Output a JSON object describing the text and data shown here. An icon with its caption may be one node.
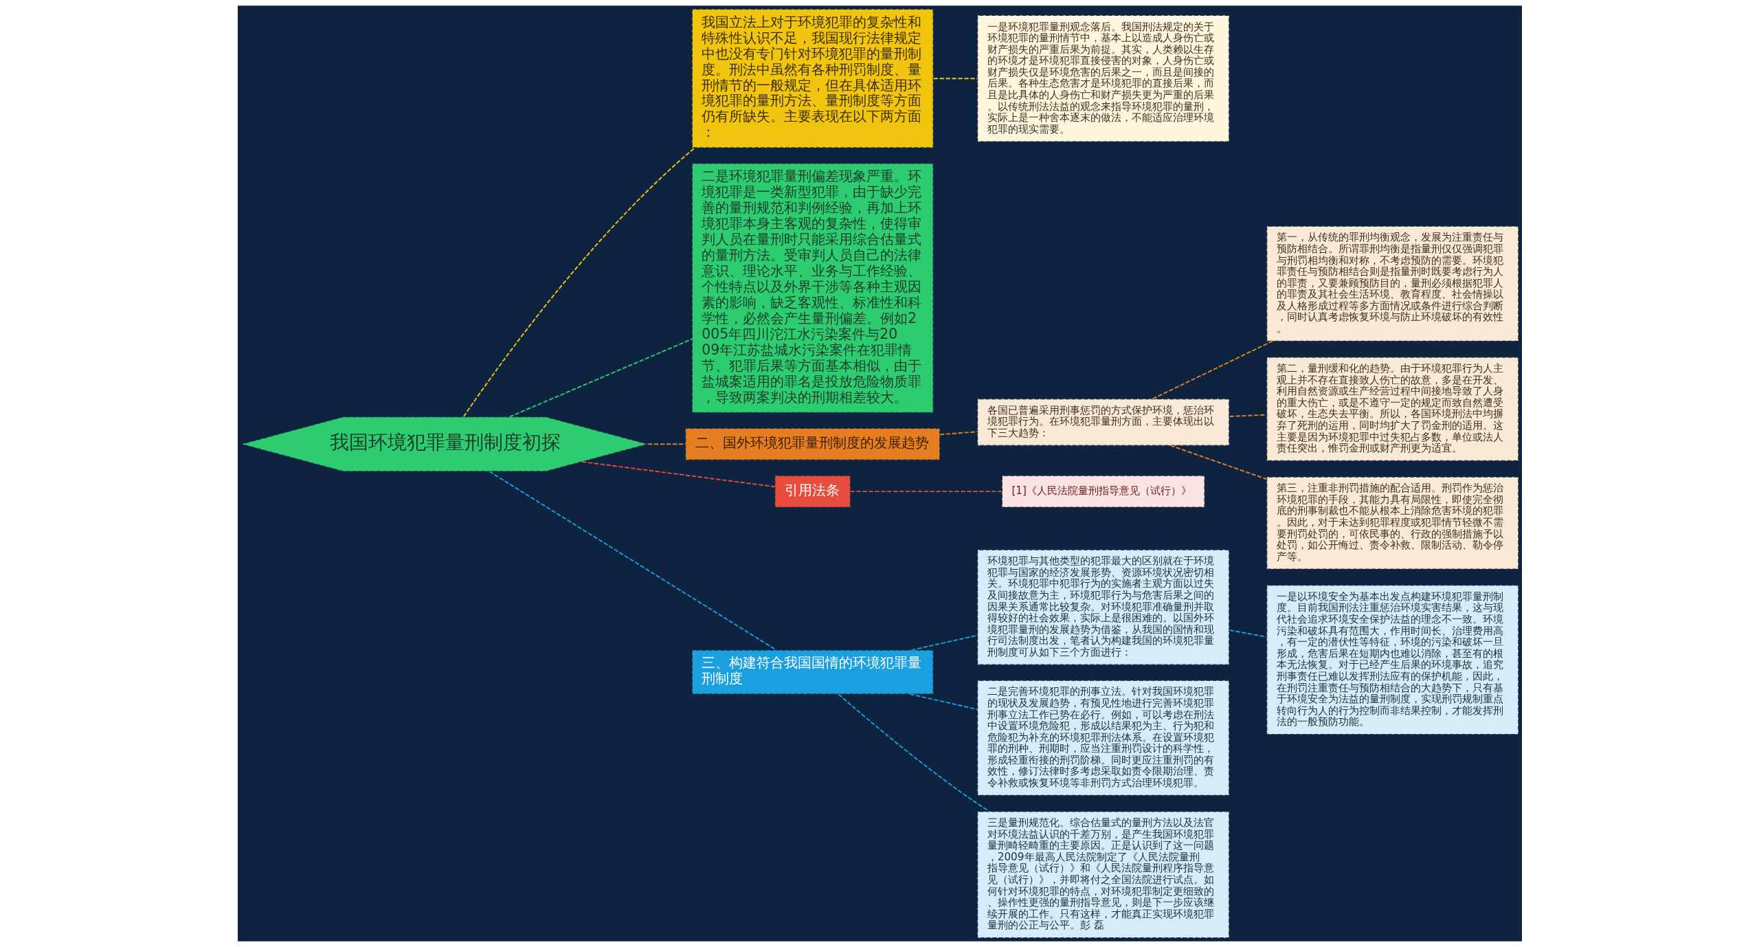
{
  "diagram": {
    "nodes": [
      {
        "text": [
          "我国环境犯罪量刑制度初探"
        ]
      },
      {
        "text": [
          "我国立法上对于环境犯罪的复杂性和特殊性认识不足，我国现行法律规定中也没有专门针对环境犯罪的量刑制度。刑法中虽然有各种刑罚制度、量刑情节的一般规定，但在具体适用环境犯罪的量刑方法、量刑制度等方面仍有所缺失。主要表现在以下两方面："
        ]
      },
      {
        "text": [
          "一是环境犯罪量刑观念落后。我国刑法规定的关于环境犯罪的量刑情节中，基本上以造成人身伤亡或财产损失的严重后果为前提。其实，人类赖以生存的环境才是环境犯罪直接侵害的对象，人身伤亡或财产损失仅是环境危害的后果之一，而且是间接的后果。各种生态危害才是环境犯罪的直接后果，而且是比具体的人身伤亡和财产损失更为严重的后果。以传统刑法法益的观念来指导环境犯罪的量刑，实际上是一种舍本逐末的做法，不能适应治理环境犯罪的现实需要。"
        ]
      },
      {
        "text": [
          "二是环境犯罪量刑偏差现象严重。环境犯罪是一类新型犯罪，由于缺少完善的量刑规范和判例经验，再加上环境犯罪本身主客观的复杂性，使得审判人员在量刑时只能采用综合估量式的量刑方法。受审判人员自己的法律意识、理论水平、业务与工作经验、个性特点以及外界干涉等各种主观因素的影响，缺乏客观性、标准性和科学性，必然会产生量刑偏差。例如2005年四川沱江水污染案件与2009年江苏盐城水污染案件在犯罪情节、犯罪后果等方面基本相似，由于盐城案适用的罪名是投放危险物质罪，导致两案判决的刑期相差较大。"
        ]
      },
      {
        "text": [
          "二、国外环境犯罪量刑制度的发展趋势"
        ]
      },
      {
        "text": [
          "各国已普遍采用刑事惩罚的方式保护环境，惩治环境犯罪行为。在环境犯罪量刑方面，主要体现出以下三大趋势："
        ]
      },
      {
        "text": [
          "第一，从传统的罪刑均衡观念，发展为注重责任与预防相结合。所谓罪刑均衡是指量刑仅仅强调犯罪与刑罚相均衡和对称，不考虑预防的需要。环境犯罪责任与预防相结合则是指量刑时既要考虑行为人的罪责，又要兼顾预防目的，量刑必须根据犯罪人的罪责及其社会生活环境、教育程度、社会情操以及人格形成过程等多方面情况或条件进行综合判断，同时认真考虑恢复环境与防止环境破坏的有效性。"
        ]
      },
      {
        "text": [
          "第二，量刑缓和化的趋势。由于环境犯罪行为人主观上并不存在直接致人伤亡的故意，多是在开发、利用自然资源或生产经营过程中间接地导致了人身的重大伤亡，或是不遵守一定的规定而致自然遭受破坏，生态失去平衡。所以，各国环境刑法中均摒弃了死刑的运用，同时均扩大了罚金刑的适用。这主要是因为环境犯罪中过失犯占多数，单位或法人责任突出，惟罚金刑或财产刑更为适宜。"
        ]
      },
      {
        "text": [
          "第三，注重非刑罚措施的配合适用。刑罚作为惩治环境犯罪的手段，其能力具有局限性，即使完全彻底的刑事制裁也不能从根本上消除危害环境的犯罪。因此，对于未达到犯罪程度或犯罪情节轻微不需要刑罚处罚的，可依民事的、行政的强制措施予以处罚，如公开悔过、责令补救、限制活动、勒令停产等。"
        ]
      },
      {
        "text": [
          "引用法条"
        ]
      },
      {
        "text": [
          "[1]《人民法院量刑指导意见（试行）》"
        ]
      },
      {
        "text": [
          "三、构建符合我国国情的环境犯罪量刑制度"
        ]
      },
      {
        "text": [
          "环境犯罪与其他类型的犯罪最大的区别就在于环境犯罪与国家的经济发展形势、资源环境状况密切相关。环境犯罪中犯罪行为的实施者主观方面以过失及间接故意为主，环境犯罪行为与危害后果之间的因果关系通常比较复杂。对环境犯罪准确量刑并取得较好的社会效果，实际上是很困难的。以国外环境犯罪量刑的发展趋势为借鉴，从我国的国情和现行司法制度出发，笔者认为构建我国的环境犯罪量刑制度可从如下三个方面进行："
        ]
      },
      {
        "text": [
          "一是以环境安全为基本出发点构建环境犯罪量刑制度。目前我国刑法注重惩治环境实害结果，这与现代社会追求环境安全保护法益的理念不一致。环境污染和破坏具有范围大，作用时间长、治理费用高，有一定的潜伏性等特征，环境的污染和破坏一旦形成，危害后果在短期内也难以消除，甚至有的根本无法恢复。对于已经产生后果的环境事故，追究刑事责任已难以发挥刑法应有的保护机能，因此，在刑罚注重责任与预防相结合的大趋势下，只有基于环境安全为法益的量刑制度，实现刑罚规制重点转向行为人的行为控制而非结果控制，才能发挥刑法的一般预防功能。"
        ]
      },
      {
        "text": [
          "二是完善环境犯罪的刑事立法。针对我国环境犯罪的现状及发展趋势，有预见性地进行完善环境犯罪刑事立法工作已势在必行。例如，可以考虑在刑法中设置环境危险犯，形成以结果犯为主、行为犯和危险犯为补充的环境犯罪刑法体系。在设置环境犯罪的刑种、刑期时，应当注重刑罚设计的科学性，形成轻重衔接的刑罚阶梯。同时更应注重刑罚的有效性，修订法律时多考虑采取如责令限期治理、责令补救或恢复环境等非刑罚方式治理环境犯罪。"
        ]
      },
      {
        "text": [
          "三是量刑规范化。综合估量式的量刑方法以及法官对环境法益认识的千差万别，是产生我国环境犯罪量刑畸轻畸重的主要原因。正是认识到了这一问题，2009年最高人民法院制定了《人民法院量刑指导意见（试行）》和《人民法院量刑程序指导意见（试行）》，并即将付之全国法院进行试点。如何针对环境犯罪的特点，对环境犯罪制定更细致的、操作性更强的量刑指导意见，则是下一步应该继续开展的工作。只有这样，才能真正实现环境犯罪量刑的公正与公平。彭 磊"
        ]
      }
    ],
    "edges": [
      {
        "from": 0,
        "to": 1,
        "arrow": "none",
        "style": "dashed",
        "color": "#f1c40f"
      },
      {
        "from": 1,
        "to": 2,
        "arrow": "none",
        "style": "dashed",
        "color": "#f1c40f"
      },
      {
        "from": 0,
        "to": 3,
        "arrow": "none",
        "style": "dashed",
        "color": "#2ecc71"
      },
      {
        "from": 0,
        "to": 4,
        "arrow": "none",
        "style": "dashed",
        "color": "#e67e22"
      },
      {
        "from": 4,
        "to": 5,
        "arrow": "none",
        "style": "dashed",
        "color": "#e67e22"
      },
      {
        "from": 5,
        "to": 6,
        "arrow": "none",
        "style": "dashed",
        "color": "#e67e22"
      },
      {
        "from": 5,
        "to": 7,
        "arrow": "none",
        "style": "dashed",
        "color": "#e67e22"
      },
      {
        "from": 5,
        "to": 8,
        "arrow": "none",
        "style": "dashed",
        "color": "#e67e22"
      },
      {
        "from": 0,
        "to": 9,
        "arrow": "none",
        "style": "dashed",
        "color": "#e74c3c"
      },
      {
        "from": 9,
        "to": 10,
        "arrow": "none",
        "style": "dashed",
        "color": "#e74c3c"
      },
      {
        "from": 0,
        "to": 11,
        "arrow": "none",
        "style": "dashed",
        "color": "#1a9fdf"
      },
      {
        "from": 11,
        "to": 12,
        "arrow": "none",
        "style": "dashed",
        "color": "#1a9fdf"
      },
      {
        "from": 12,
        "to": 13,
        "arrow": "none",
        "style": "dashed",
        "color": "#1a9fdf"
      },
      {
        "from": 11,
        "to": 14,
        "arrow": "none",
        "style": "dashed",
        "color": "#1a9fdf"
      },
      {
        "from": 11,
        "to": 15,
        "arrow": "none",
        "style": "dashed",
        "color": "#1a9fdf"
      }
    ]
  }
}
